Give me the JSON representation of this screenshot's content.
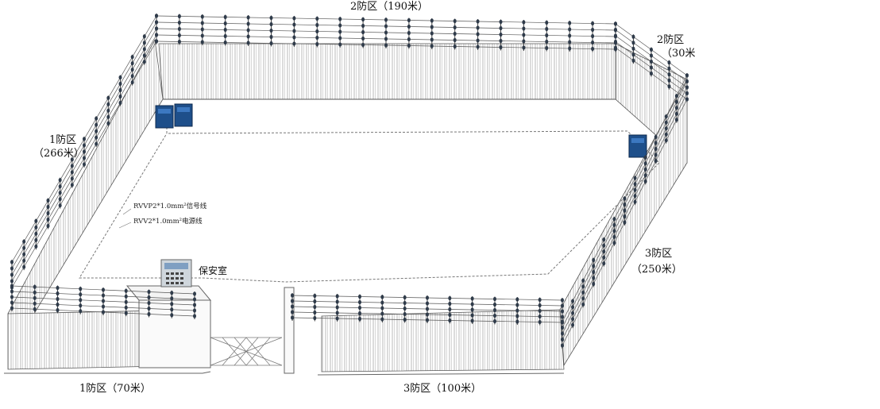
{
  "zones": {
    "z2_top": "2防区（190米）",
    "z2_right_a": "2防区",
    "z2_right_b": "（30米",
    "z1_left_a": "1防区",
    "z1_left_b": "（266米）",
    "z3_right_a": "3防区",
    "z3_right_b": "（250米）",
    "z1_bottom": "1防区（70米）",
    "z3_bottom": "3防区（100米）"
  },
  "cables": {
    "signal": "RVVP2*1.0mm²信号线",
    "power": "RVV2*1.0mm²电源线"
  },
  "room": {
    "label": "保安室"
  },
  "colors": {
    "fence_line": "#555555",
    "insulator": "#2f3b4a",
    "host_unit": "#1e4f8a",
    "keypad": "#cfd6dc",
    "cable": "#666666"
  }
}
